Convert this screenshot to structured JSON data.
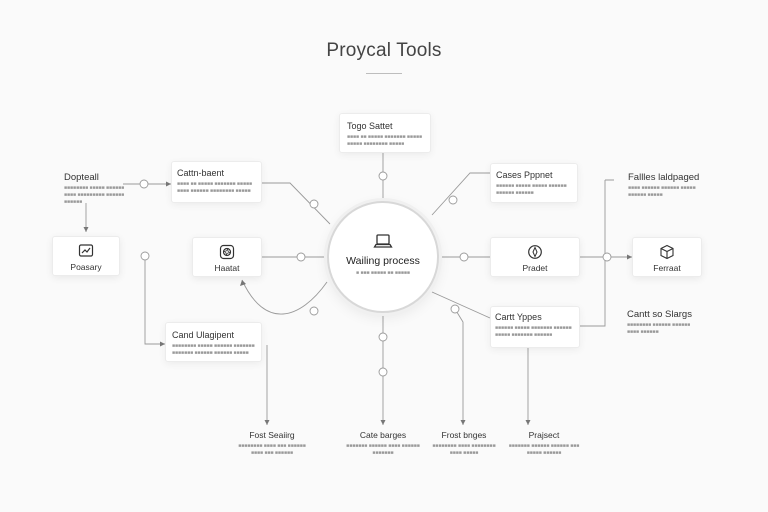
{
  "header": {
    "title": "Proycal Tools"
  },
  "center": {
    "label": "Wailing process",
    "sub": "■ ■■■ ■■■■■ ■■ ■■■■■"
  },
  "top_card": {
    "title": "Togo Sattet",
    "sub": "■■■■ ■■ ■■■■■ ■■■■■■■ ■■■■■ ■■■■■ ■■■■■■■■ ■■■■■"
  },
  "left_cards": [
    {
      "title": "Dopteall",
      "sub": "■■■■■■■■ ■■■■■ ■■■■■■ ■■■■ ■■■■■■■■■ ■■■■■■ ■■■■■■"
    },
    {
      "title": "Cattn-baent",
      "sub": "■■■■ ■■ ■■■■■ ■■■■■■■ ■■■■■ ■■■■ ■■■■■■ ■■■■■■■■ ■■■■■"
    },
    {
      "title": "Cand Ulagipent",
      "sub": "■■■■■■■■ ■■■■■ ■■■■■■ ■■■■■■■ ■■■■■■■ ■■■■■■ ■■■■■■ ■■■■■"
    }
  ],
  "right_cards": [
    {
      "title": "Cases Pppnet",
      "sub": "■■■■■■ ■■■■■ ■■■■■ ■■■■■■ ■■■■■■ ■■■■■■"
    },
    {
      "title": "Fallles laldpaged",
      "sub": "■■■■ ■■■■■■ ■■■■■■ ■■■■■ ■■■■■■ ■■■■■"
    },
    {
      "title": "Cartt Yppes",
      "sub": "■■■■■■ ■■■■■ ■■■■■■■ ■■■■■■ ■■■■■ ■■■■■■■ ■■■■■■"
    },
    {
      "title": "Cantt so Slargs",
      "sub": "■■■■■■■■ ■■■■■■ ■■■■■■ ■■■■ ■■■■■■"
    }
  ],
  "nodes": [
    {
      "label": "Poasary",
      "icon": "chart-icon"
    },
    {
      "label": "Haatat",
      "icon": "aperture-icon"
    },
    {
      "label": "Pradet",
      "icon": "compass-icon"
    },
    {
      "label": "Ferraat",
      "icon": "box-icon"
    }
  ],
  "bottom_labels": [
    {
      "title": "Fost Seaiirg",
      "sub": "■■■■■■■■ ■■■■ ■■■ ■■■■■■ ■■■■ ■■■ ■■■■■■"
    },
    {
      "title": "Cate barges",
      "sub": "■■■■■■■ ■■■■■■ ■■■■ ■■■■■■ ■■■■■■■"
    },
    {
      "title": "Frost bnges",
      "sub": "■■■■■■■■ ■■■■ ■■■■■■■■ ■■■■ ■■■■■"
    },
    {
      "title": "Prajsect",
      "sub": "■■■■■■■ ■■■■■■ ■■■■■■ ■■■ ■■■■■ ■■■■■■"
    }
  ]
}
